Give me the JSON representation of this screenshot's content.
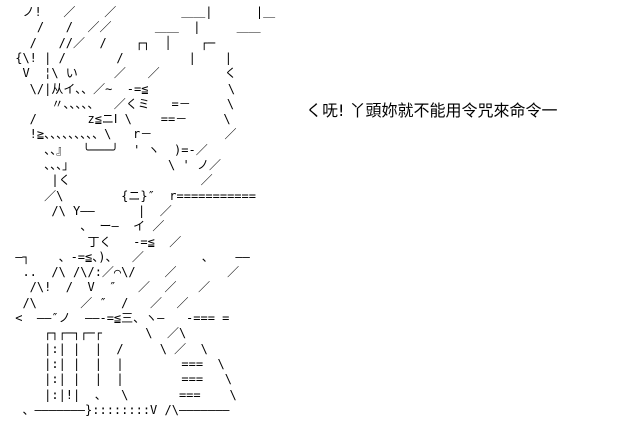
{
  "dialogue": "く呒! 丫頭妳就不能用令咒來命令一",
  "art_lines": [
    "  ノ!   ／    ／         ＿＿|      |＿",
    "    /   /  ／／      ＿＿  |     ＿＿",
    "   /   //／  /    ┌┐  │    ┌─",
    " {\\! | /       /         |    |",
    "  V  ¦\\ い     ／   ／         く",
    "   \\/|从イ、、／∼  -=≦           \\",
    "      〃、、、、、  ／くミ   =－     \\",
    "   /       z≦ニⅠ \\    ==－     \\",
    "   !≧、、、、、、、、、\\   r－          ／",
    "     、、』  ╰───╯  ' ヽ  )=-／",
    "     、、、」             \\ ' ノ／",
    "      |く                  ／",
    "     ／\\        {ニ}″  r===========",
    "      /\\ Y——      |  ／",
    "          、 ー—  イ ／",
    "           丁く   -=≦  ／",
    " —┐    、-=≦、)、  ／        、   ——",
    "  ..  /\\ /\\/:／⌒\\/    ／       ／",
    "   /\\!  /  V  ″   ／  ／   ／",
    "  /\\      ／ ″  /   ／  ／",
    " <  ——″ノ  ——-=≦三、ヽ—   -=== =",
    "     ┌┐┌─┐┌─┌      \\  ／\\ ",
    "     |:| |  |  /     \\ ／  \\ ",
    "     |:| |  |  |        ===  \\",
    "     |:| |  |  |        ===   \\",
    "     |:|!|  、  \\       ===    \\",
    "  、———————}::::::::V /\\———————"
  ]
}
